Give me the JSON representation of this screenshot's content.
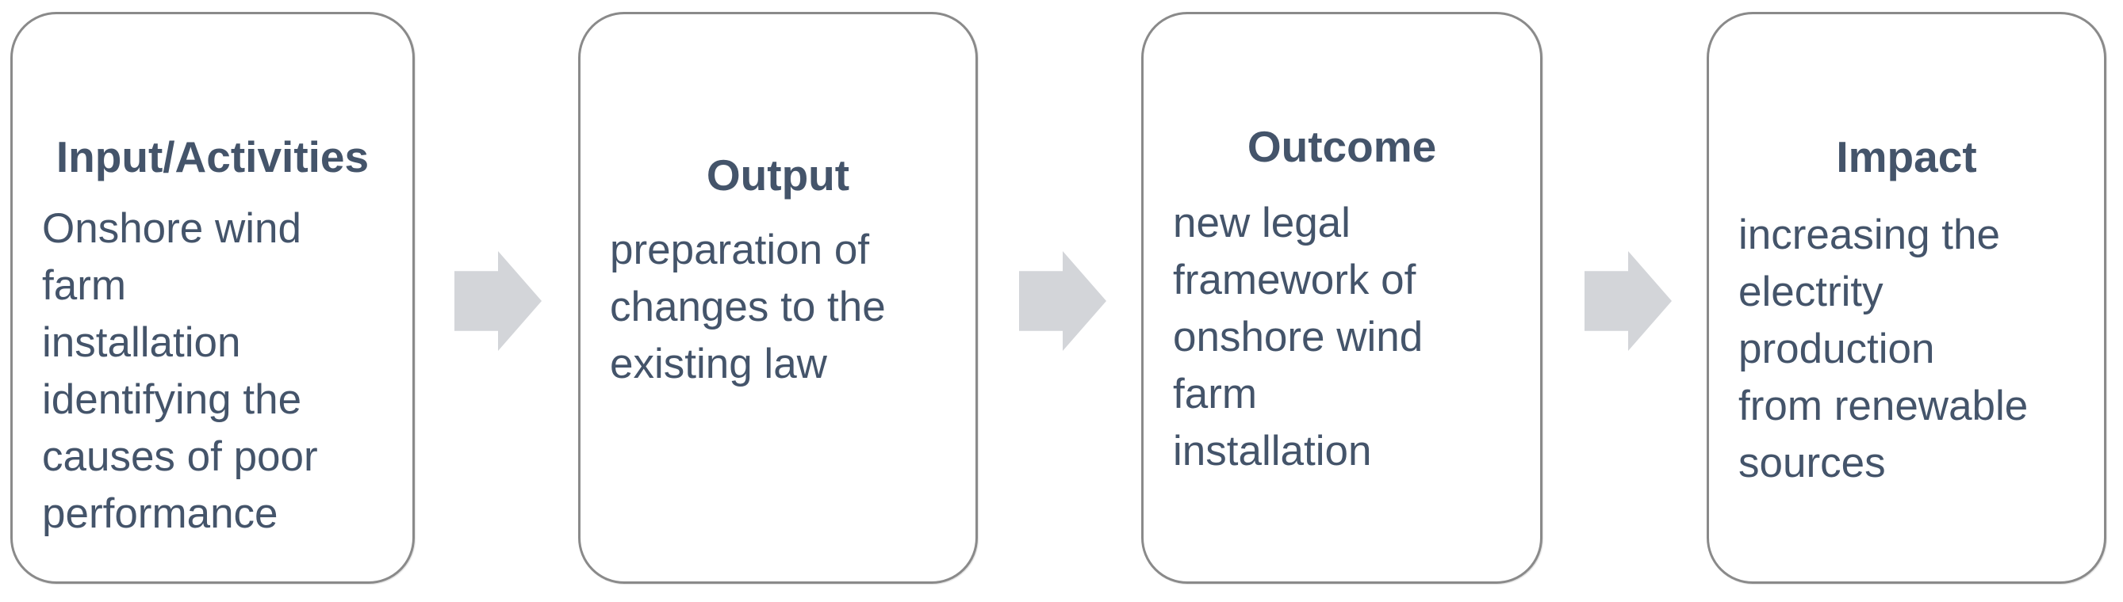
{
  "diagram": {
    "type": "process-flow",
    "direction": "left-to-right",
    "colors": {
      "text": "#44546A",
      "box_border": "#8A8A8A",
      "box_fill": "#FFFFFF",
      "arrow_fill": "#D3D5D9",
      "background": "#FFFFFF"
    },
    "connector_icon": "right-block-arrow",
    "steps": [
      {
        "title": "Input/Activities",
        "body": [
          "Onshore wind",
          "farm",
          "installation",
          "identifying the",
          "causes of poor",
          "performance"
        ]
      },
      {
        "title": "Output",
        "body": [
          "preparation of",
          "changes to the",
          "existing law"
        ]
      },
      {
        "title": "Outcome",
        "body": [
          "new legal",
          "framework of",
          "onshore wind",
          "farm",
          "installation"
        ]
      },
      {
        "title": "Impact",
        "body": [
          "increasing the",
          "electrity",
          "production",
          "from renewable",
          "sources"
        ]
      }
    ]
  }
}
